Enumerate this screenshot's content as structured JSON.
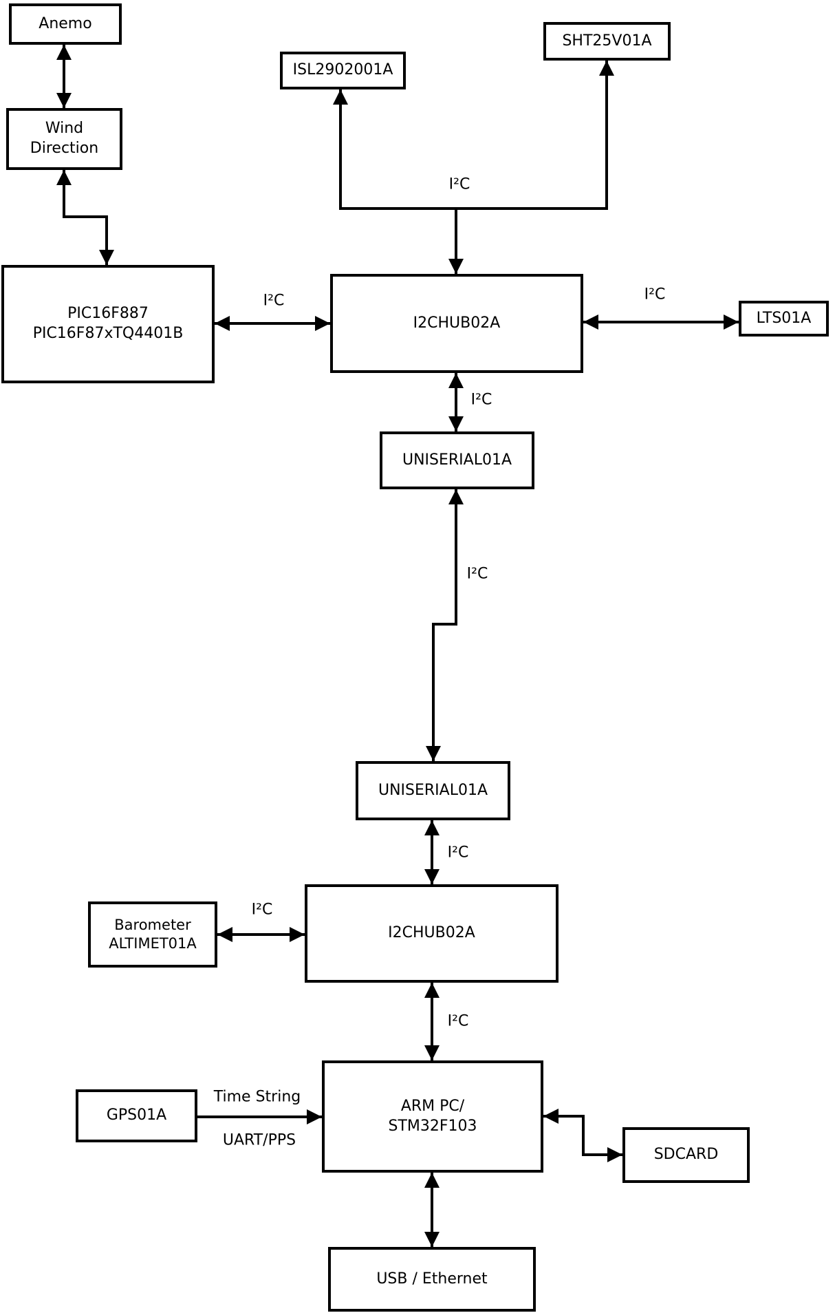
{
  "nodes": {
    "anemo": {
      "label": "Anemo"
    },
    "wind_direction": {
      "label": "Wind\nDirection"
    },
    "pic": {
      "label": "PIC16F887\nPIC16F87xTQ4401B"
    },
    "isl": {
      "label": "ISL2902001A"
    },
    "sht": {
      "label": "SHT25V01A"
    },
    "hub1": {
      "label": "I2CHUB02A"
    },
    "lts": {
      "label": "LTS01A"
    },
    "uniserial1": {
      "label": "UNISERIAL01A"
    },
    "uniserial2": {
      "label": "UNISERIAL01A"
    },
    "hub2": {
      "label": "I2CHUB02A"
    },
    "barometer": {
      "label": "Barometer\nALTIMET01A"
    },
    "gps": {
      "label": "GPS01A"
    },
    "arm": {
      "label": "ARM PC/\nSTM32F103"
    },
    "sdcard": {
      "label": "SDCARD"
    },
    "usb": {
      "label": "USB / Ethernet"
    }
  },
  "edge_labels": {
    "i2c": "I²C",
    "time_string": "Time String",
    "uart_pps": "UART/PPS"
  },
  "colors": {
    "line": "#000000",
    "box_background": "#ffffff",
    "page_background": "#ffffff"
  }
}
